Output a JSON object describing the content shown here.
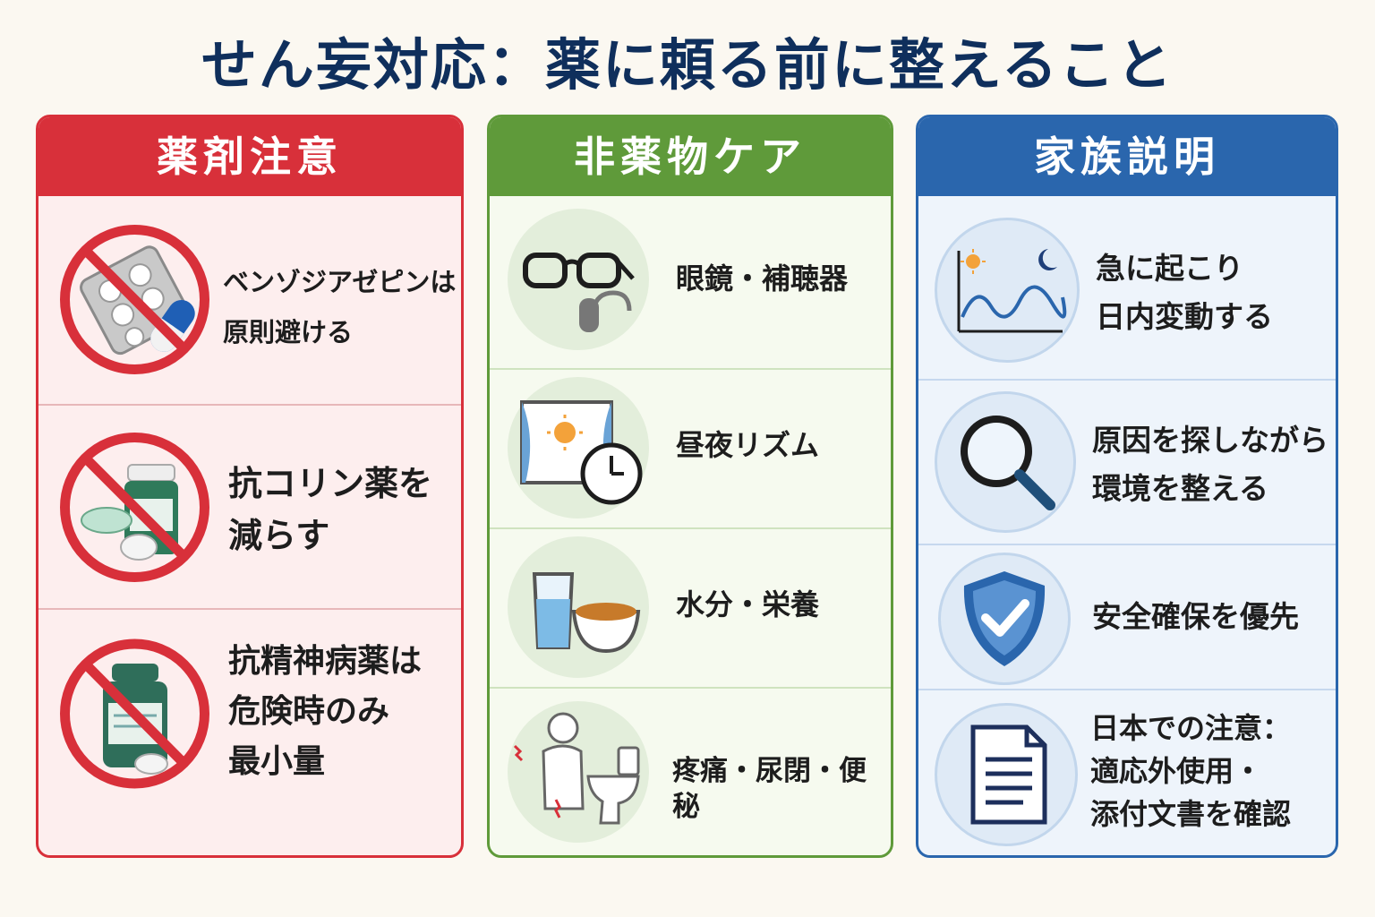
{
  "title": "せん妄対応：薬に頼る前に整えること",
  "colors": {
    "title": "#0f2f5c",
    "red": "#d8303a",
    "green": "#5f9a3a",
    "blue": "#2a66ad"
  },
  "panels": [
    {
      "header": "薬剤注意",
      "items": [
        {
          "text": "ベンゾジアゼピンは\n原則避ける",
          "icon": "no-pills-blister-icon"
        },
        {
          "text": "抗コリン薬を\n減らす",
          "icon": "no-pill-bottle-icon"
        },
        {
          "text": "抗精神病薬は\n危険時のみ\n最小量",
          "icon": "no-medicine-bottle-icon"
        }
      ]
    },
    {
      "header": "非薬物ケア",
      "items": [
        {
          "text": "眼鏡・補聴器",
          "icon": "glasses-hearing-aid-icon"
        },
        {
          "text": "昼夜リズム",
          "icon": "window-clock-icon"
        },
        {
          "text": "水分・栄養",
          "icon": "water-food-icon"
        },
        {
          "text": "疼痛・尿閉・便秘",
          "icon": "pain-toilet-icon"
        }
      ]
    },
    {
      "header": "家族説明",
      "items": [
        {
          "text": "急に起こり\n日内変動する",
          "icon": "day-night-wave-icon"
        },
        {
          "text": "原因を探しながら\n環境を整える",
          "icon": "magnifier-icon"
        },
        {
          "text": "安全確保を優先",
          "icon": "shield-check-icon"
        },
        {
          "text": "日本での注意：\n適応外使用・\n添付文書を確認",
          "icon": "document-icon"
        }
      ]
    }
  ]
}
